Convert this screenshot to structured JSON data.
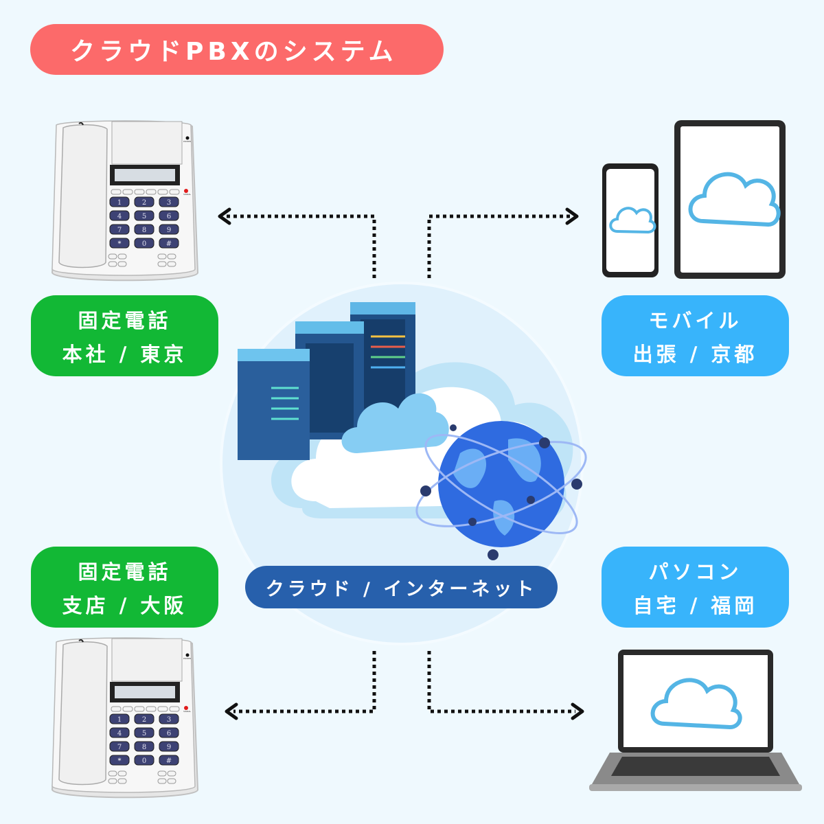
{
  "title": "クラウドPBXのシステム",
  "nodes": {
    "top_left": {
      "line1": "固定電話",
      "line2": "本社 / 東京",
      "device": "desk-phone"
    },
    "bottom_left": {
      "line1": "固定電話",
      "line2": "支店 / 大阪",
      "device": "desk-phone"
    },
    "top_right": {
      "line1": "モバイル",
      "line2": "出張 / 京都",
      "device": "smartphone-and-tablet"
    },
    "bottom_right": {
      "line1": "パソコン",
      "line2": "自宅 / 福岡",
      "device": "laptop"
    }
  },
  "center": {
    "label": "クラウド / インターネット"
  },
  "phone": {
    "keys": [
      "1",
      "2",
      "3",
      "4",
      "5",
      "6",
      "7",
      "8",
      "9",
      "*",
      "0",
      "#"
    ],
    "power_label": "POWER",
    "signal_label": "SIGNAL"
  },
  "colors": {
    "title_bg": "#fc6a6a",
    "landline_label": "#12b835",
    "remote_label": "#38b4fb",
    "center_label": "#2760ac",
    "background": "#eff9fe"
  }
}
